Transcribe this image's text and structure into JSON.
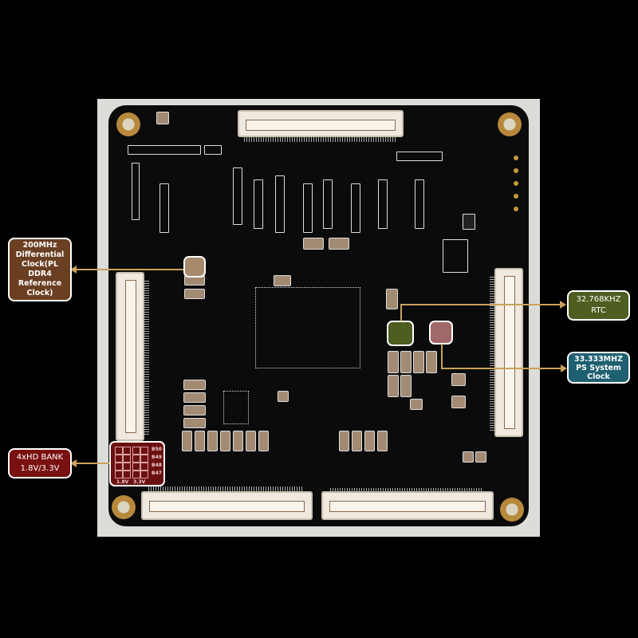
{
  "image": {
    "description": "Photo of the bottom side of an FPGA/SoC system-on-module PCB with annotated callouts",
    "board_color": "#0b0b0b",
    "background_color": "#000000"
  },
  "callouts": {
    "pl_ddr4_clock": {
      "lines": [
        "200MHz",
        "Differential",
        "Clock(PL",
        "DDR4",
        "Reference",
        "Clock)"
      ],
      "color": "#6b3f22"
    },
    "hd_bank": {
      "lines": [
        "4xHD BANK",
        "1.8V/3.3V"
      ],
      "color": "#7a1010"
    },
    "rtc": {
      "lines": [
        "32.768KHZ",
        "RTC"
      ],
      "color": "#4e5d20"
    },
    "ps_clock": {
      "lines": [
        "33.333MHZ",
        "PS System",
        "Clock"
      ],
      "color": "#1f6070"
    }
  },
  "bank_selector": {
    "banks": [
      "B50",
      "B49",
      "B48",
      "B47"
    ],
    "voltages": [
      "1.8V",
      "3.3V"
    ]
  },
  "leader_line_color": "#c9a25c",
  "connectors": [
    "top",
    "left",
    "right",
    "bottom-left",
    "bottom-right"
  ]
}
